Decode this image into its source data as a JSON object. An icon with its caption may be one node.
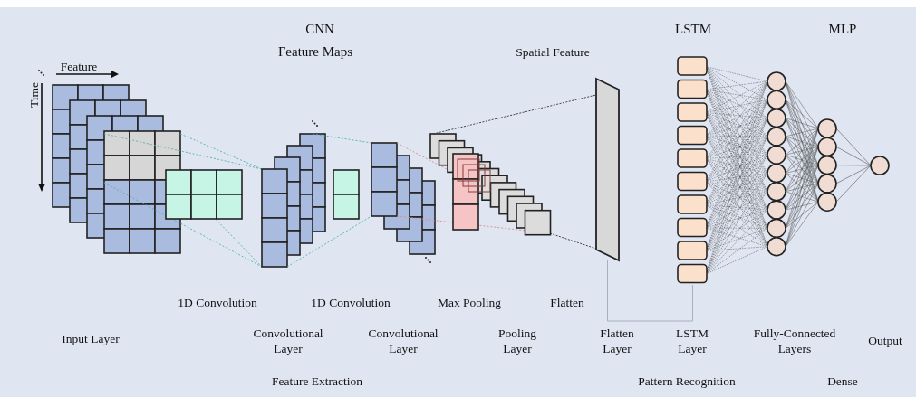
{
  "diagram": {
    "nodes": [
      {
        "text": [],
        "shape": "box"
      },
      {
        "text": [],
        "shape": "box"
      }
    ],
    "edges": [
      {
        "from": 0,
        "to": 1,
        "arrow": "none"
      }
    ],
    "labels": [
      "CNN",
      "Feature Maps",
      "LSTM",
      "MLP",
      "Spatial Feature",
      "Feature",
      "Time",
      "1D Convolution",
      "1D Convolution",
      "Max Pooling",
      "Flatten",
      "Input Layer",
      "Convolutional Layer",
      "Convolutional Layer",
      "Pooling Layer",
      "Flatten Layer",
      "LSTM Layer",
      "Fully-Connected Layers",
      "Output",
      "Feature Extraction",
      "Pattern Recognition",
      "Dense"
    ]
  }
}
